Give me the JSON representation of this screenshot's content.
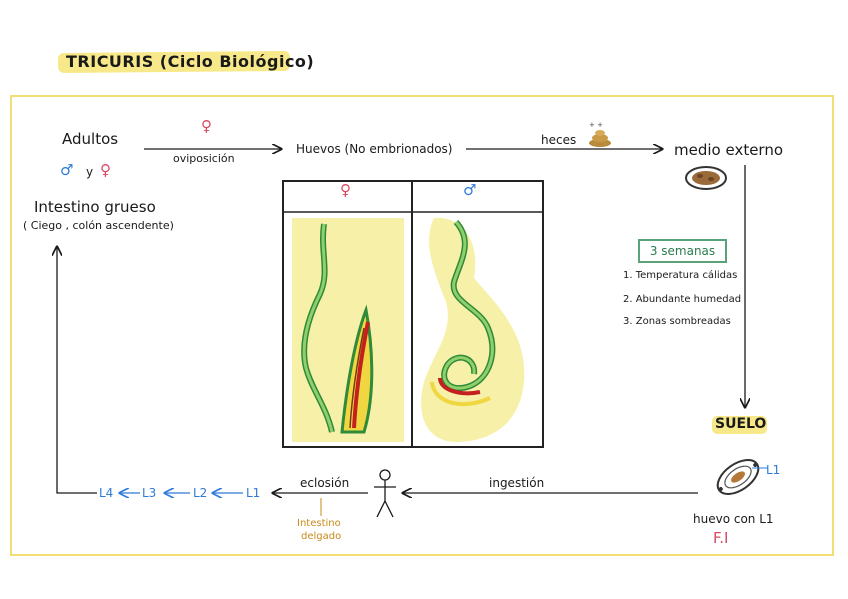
{
  "title": "TRICURIS (Ciclo Biológico)",
  "adults": {
    "label": "Adultos",
    "sexes_male": "♂",
    "sexes_y": "y",
    "sexes_female": "♀",
    "location": "Intestino grueso",
    "location_detail": "( Ciego , colón ascendente)"
  },
  "oviposition": {
    "symbol": "♀",
    "label": "oviposición"
  },
  "eggs": {
    "label": "Huevos (No embrionados)"
  },
  "feces": {
    "label": "heces"
  },
  "external": {
    "label": "medio externo"
  },
  "panel": {
    "female_symbol": "♀",
    "male_symbol": "♂"
  },
  "conditions": {
    "duration": "3 semanas",
    "items": [
      "1. Temperatura cálidas",
      "2. Abundante humedad",
      "3. Zonas sombreadas"
    ]
  },
  "soil": {
    "label": "SUELO"
  },
  "egg_l1": {
    "larva": "L1",
    "label": "huevo con L1",
    "fi": "F.I"
  },
  "ingestion": {
    "label": "ingestión"
  },
  "hatching": {
    "label": "eclosión",
    "site_line1": "Intestino",
    "site_line2": "delgado"
  },
  "larvae": [
    "L4",
    "L3",
    "L2",
    "L1"
  ],
  "colors": {
    "highlight": "#f7e98a",
    "frame": "#f2de74",
    "male": "#2f7bd8",
    "female": "#d94a62",
    "green_box": "#5aa37a"
  }
}
